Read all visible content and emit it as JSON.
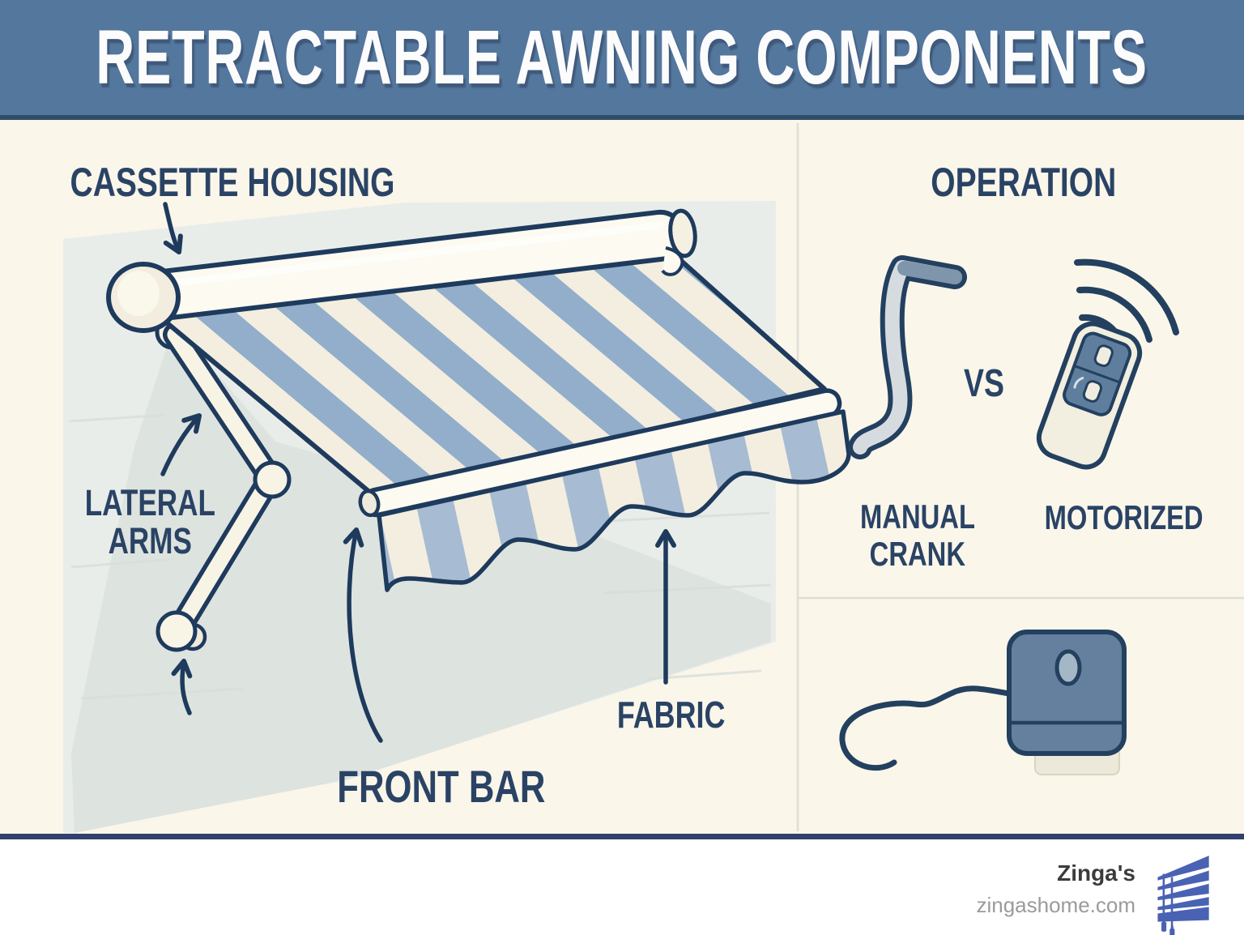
{
  "header": {
    "title": "RETRACTABLE AWNING COMPONENTS"
  },
  "diagram": {
    "cassette_housing": "CASSETTE HOUSING",
    "lateral": {
      "line1": "LATERAL",
      "line2": "ARMS"
    },
    "front_bar": "FRONT BAR",
    "fabric": "FABRIC"
  },
  "operation": {
    "heading": "OPERATION",
    "vs": "VS",
    "manual": {
      "line1": "MANUAL",
      "line2": "CRANK"
    },
    "motorized": "MOTORIZED"
  },
  "footer": {
    "brand": "Zinga's",
    "website": "zingashome.com"
  },
  "icons": [
    "crank-handle-icon",
    "remote-control-icon",
    "wifi-waves-icon",
    "motor-icon",
    "window-blinds-logo"
  ],
  "colors": {
    "header_bg": "#54779E",
    "header_border": "#2F4D6B",
    "background": "#FAF6EA",
    "label_navy": "#2A4365",
    "outline_navy": "#1E3A5C",
    "canopy_blue": "#92AECB",
    "canopy_cream": "#F3EEDF",
    "valance_blue": "#A7BBD2",
    "wall_gray": "#E9EDEA",
    "wall_shadow": "#DBE1DE",
    "steel_blue": "#64809E",
    "crank_gray": "#D6DBE0",
    "logo_blue": "#4962B3",
    "footer_rule": "#31406D",
    "brand_text": "#3C3C3C",
    "website_text": "#9B9B9B"
  }
}
